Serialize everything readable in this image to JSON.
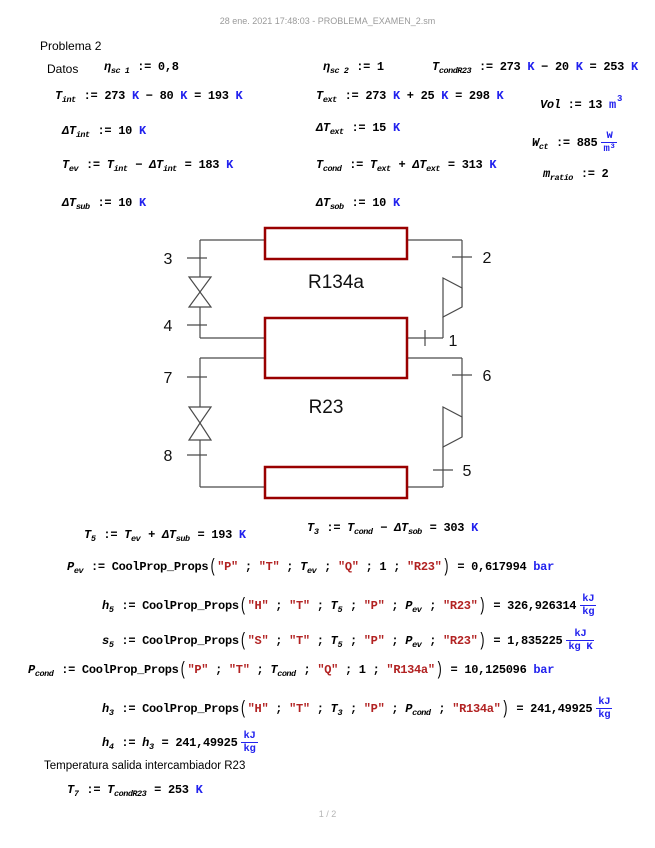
{
  "page": {
    "header": "28 ene. 2021 17:48:03 - PROBLEMA_EXAMEN_2.sm",
    "title": "Problema 2",
    "datos_label": "Datos",
    "note": "Temperatura salida intercambiador R23",
    "footer": "1 / 2"
  },
  "colors": {
    "unit_blue": "#2222ee",
    "string_red": "#b22222",
    "component_dark_red": "#990000",
    "line_gray": "#4a4a4a"
  },
  "diagram": {
    "refrigerant_top": "R134a",
    "refrigerant_bottom": "R23",
    "n1": "1",
    "n2": "2",
    "n3": "3",
    "n4": "4",
    "n5": "5",
    "n6": "6",
    "n7": "7",
    "n8": "8"
  },
  "equations": {
    "eta1": [
      [
        "v",
        "η"
      ],
      [
        "s",
        "sc 1"
      ],
      [
        "op",
        " := "
      ],
      [
        "n",
        "0,8"
      ]
    ],
    "tint": [
      [
        "v",
        "T"
      ],
      [
        "s",
        "int"
      ],
      [
        "op",
        " := "
      ],
      [
        "n",
        "273"
      ],
      [
        "u",
        " K"
      ],
      [
        "op",
        " − "
      ],
      [
        "n",
        "80"
      ],
      [
        "u",
        " K"
      ],
      [
        "op",
        " = "
      ],
      [
        "n",
        "193"
      ],
      [
        "u",
        " K"
      ]
    ],
    "dtint": [
      [
        "v",
        "ΔT"
      ],
      [
        "s",
        "int"
      ],
      [
        "op",
        " := "
      ],
      [
        "n",
        "10"
      ],
      [
        "u",
        " K"
      ]
    ],
    "tev": [
      [
        "v",
        "T"
      ],
      [
        "s",
        "ev"
      ],
      [
        "op",
        " := "
      ],
      [
        "v",
        "T"
      ],
      [
        "s",
        "int"
      ],
      [
        "op",
        " − "
      ],
      [
        "v",
        "ΔT"
      ],
      [
        "s",
        "int"
      ],
      [
        "op",
        " = "
      ],
      [
        "n",
        "183"
      ],
      [
        "u",
        " K"
      ]
    ],
    "dtsub": [
      [
        "v",
        "ΔT"
      ],
      [
        "s",
        "sub"
      ],
      [
        "op",
        " := "
      ],
      [
        "n",
        "10"
      ],
      [
        "u",
        " K"
      ]
    ],
    "eta2": [
      [
        "v",
        "η"
      ],
      [
        "s",
        "sc 2"
      ],
      [
        "op",
        " := "
      ],
      [
        "n",
        "1"
      ]
    ],
    "text": [
      [
        "v",
        "T"
      ],
      [
        "s",
        "ext"
      ],
      [
        "op",
        " := "
      ],
      [
        "n",
        "273"
      ],
      [
        "u",
        " K"
      ],
      [
        "op",
        " + "
      ],
      [
        "n",
        "25"
      ],
      [
        "u",
        " K"
      ],
      [
        "op",
        " = "
      ],
      [
        "n",
        "298"
      ],
      [
        "u",
        " K"
      ]
    ],
    "dtext": [
      [
        "v",
        "ΔT"
      ],
      [
        "s",
        "ext"
      ],
      [
        "op",
        " := "
      ],
      [
        "n",
        "15"
      ],
      [
        "u",
        " K"
      ]
    ],
    "tcond": [
      [
        "v",
        "T"
      ],
      [
        "s",
        "cond"
      ],
      [
        "op",
        " := "
      ],
      [
        "v",
        "T"
      ],
      [
        "s",
        "ext"
      ],
      [
        "op",
        " + "
      ],
      [
        "v",
        "ΔT"
      ],
      [
        "s",
        "ext"
      ],
      [
        "op",
        " = "
      ],
      [
        "n",
        "313"
      ],
      [
        "u",
        " K"
      ]
    ],
    "dtsob": [
      [
        "v",
        "ΔT"
      ],
      [
        "s",
        "sob"
      ],
      [
        "op",
        " := "
      ],
      [
        "n",
        "10"
      ],
      [
        "u",
        " K"
      ]
    ],
    "tcondr23": [
      [
        "v",
        "T"
      ],
      [
        "s",
        "condR23"
      ],
      [
        "op",
        " := "
      ],
      [
        "n",
        "273"
      ],
      [
        "u",
        " K"
      ],
      [
        "op",
        " − "
      ],
      [
        "n",
        "20"
      ],
      [
        "u",
        " K"
      ],
      [
        "op",
        " = "
      ],
      [
        "n",
        "253"
      ],
      [
        "u",
        " K"
      ]
    ],
    "vol": [
      [
        "v",
        "Vol"
      ],
      [
        "op",
        " := "
      ],
      [
        "n",
        "13"
      ],
      [
        "u",
        " m"
      ],
      [
        "sup",
        "3"
      ]
    ],
    "wct": [
      [
        "v",
        "W"
      ],
      [
        "s",
        "ct"
      ],
      [
        "op",
        " := "
      ],
      [
        "n",
        "885"
      ],
      [
        "fu",
        "W/m³"
      ]
    ],
    "mratio": [
      [
        "v",
        "m"
      ],
      [
        "s",
        "ratio"
      ],
      [
        "op",
        " := "
      ],
      [
        "n",
        "2"
      ]
    ],
    "t5": [
      [
        "v",
        "T"
      ],
      [
        "s",
        "5"
      ],
      [
        "op",
        " := "
      ],
      [
        "v",
        "T"
      ],
      [
        "s",
        "ev"
      ],
      [
        "op",
        " + "
      ],
      [
        "v",
        "ΔT"
      ],
      [
        "s",
        "sub"
      ],
      [
        "op",
        " = "
      ],
      [
        "n",
        "193"
      ],
      [
        "u",
        " K"
      ]
    ],
    "t3": [
      [
        "v",
        "T"
      ],
      [
        "s",
        "3"
      ],
      [
        "op",
        " := "
      ],
      [
        "v",
        "T"
      ],
      [
        "s",
        "cond"
      ],
      [
        "op",
        " − "
      ],
      [
        "v",
        "ΔT"
      ],
      [
        "s",
        "sob"
      ],
      [
        "op",
        " = "
      ],
      [
        "n",
        "303"
      ],
      [
        "u",
        " K"
      ]
    ],
    "pev": [
      [
        "v",
        "P"
      ],
      [
        "s",
        "ev"
      ],
      [
        "op",
        " := "
      ],
      [
        "fn",
        "CoolProp_Props"
      ],
      [
        "br",
        "("
      ],
      [
        "str",
        "\"P\""
      ],
      [
        "op",
        " ; "
      ],
      [
        "str",
        "\"T\""
      ],
      [
        "op",
        " ; "
      ],
      [
        "v",
        "T"
      ],
      [
        "s",
        "ev"
      ],
      [
        "op",
        " ; "
      ],
      [
        "str",
        "\"Q\""
      ],
      [
        "op",
        " ; "
      ],
      [
        "n",
        "1"
      ],
      [
        "op",
        " ; "
      ],
      [
        "str",
        "\"R23\""
      ],
      [
        "br",
        ")"
      ],
      [
        "op",
        " = "
      ],
      [
        "n",
        "0,617994"
      ],
      [
        "u",
        " bar"
      ]
    ],
    "h5": [
      [
        "v",
        "h"
      ],
      [
        "s",
        "5"
      ],
      [
        "op",
        " := "
      ],
      [
        "fn",
        "CoolProp_Props"
      ],
      [
        "br",
        "("
      ],
      [
        "str",
        "\"H\""
      ],
      [
        "op",
        " ; "
      ],
      [
        "str",
        "\"T\""
      ],
      [
        "op",
        " ; "
      ],
      [
        "v",
        "T"
      ],
      [
        "s",
        "5"
      ],
      [
        "op",
        " ; "
      ],
      [
        "str",
        "\"P\""
      ],
      [
        "op",
        " ; "
      ],
      [
        "v",
        "P"
      ],
      [
        "s",
        "ev"
      ],
      [
        "op",
        " ; "
      ],
      [
        "str",
        "\"R23\""
      ],
      [
        "br",
        ")"
      ],
      [
        "op",
        " = "
      ],
      [
        "n",
        "326,926314"
      ],
      [
        "fu",
        "kJ/kg"
      ]
    ],
    "s5": [
      [
        "v",
        "s"
      ],
      [
        "s",
        "5"
      ],
      [
        "op",
        " := "
      ],
      [
        "fn",
        "CoolProp_Props"
      ],
      [
        "br",
        "("
      ],
      [
        "str",
        "\"S\""
      ],
      [
        "op",
        " ; "
      ],
      [
        "str",
        "\"T\""
      ],
      [
        "op",
        " ; "
      ],
      [
        "v",
        "T"
      ],
      [
        "s",
        "5"
      ],
      [
        "op",
        " ; "
      ],
      [
        "str",
        "\"P\""
      ],
      [
        "op",
        " ; "
      ],
      [
        "v",
        "P"
      ],
      [
        "s",
        "ev"
      ],
      [
        "op",
        " ; "
      ],
      [
        "str",
        "\"R23\""
      ],
      [
        "br",
        ")"
      ],
      [
        "op",
        " = "
      ],
      [
        "n",
        "1,835225"
      ],
      [
        "fu",
        "kJ/kg K"
      ]
    ],
    "pcond": [
      [
        "v",
        "P"
      ],
      [
        "s",
        "cond"
      ],
      [
        "op",
        " := "
      ],
      [
        "fn",
        "CoolProp_Props"
      ],
      [
        "br",
        "("
      ],
      [
        "str",
        "\"P\""
      ],
      [
        "op",
        " ; "
      ],
      [
        "str",
        "\"T\""
      ],
      [
        "op",
        " ; "
      ],
      [
        "v",
        "T"
      ],
      [
        "s",
        "cond"
      ],
      [
        "op",
        " ; "
      ],
      [
        "str",
        "\"Q\""
      ],
      [
        "op",
        " ; "
      ],
      [
        "n",
        "1"
      ],
      [
        "op",
        " ; "
      ],
      [
        "str",
        "\"R134a\""
      ],
      [
        "br",
        ")"
      ],
      [
        "op",
        " = "
      ],
      [
        "n",
        "10,125096"
      ],
      [
        "u",
        " bar"
      ]
    ],
    "h3": [
      [
        "v",
        "h"
      ],
      [
        "s",
        "3"
      ],
      [
        "op",
        " := "
      ],
      [
        "fn",
        "CoolProp_Props"
      ],
      [
        "br",
        "("
      ],
      [
        "str",
        "\"H\""
      ],
      [
        "op",
        " ; "
      ],
      [
        "str",
        "\"T\""
      ],
      [
        "op",
        " ; "
      ],
      [
        "v",
        "T"
      ],
      [
        "s",
        "3"
      ],
      [
        "op",
        " ; "
      ],
      [
        "str",
        "\"P\""
      ],
      [
        "op",
        " ; "
      ],
      [
        "v",
        "P"
      ],
      [
        "s",
        "cond"
      ],
      [
        "op",
        " ; "
      ],
      [
        "str",
        "\"R134a\""
      ],
      [
        "br",
        ")"
      ],
      [
        "op",
        " = "
      ],
      [
        "n",
        "241,49925"
      ],
      [
        "fu",
        "kJ/kg"
      ]
    ],
    "h4": [
      [
        "v",
        "h"
      ],
      [
        "s",
        "4"
      ],
      [
        "op",
        " := "
      ],
      [
        "v",
        "h"
      ],
      [
        "s",
        "3"
      ],
      [
        "op",
        " = "
      ],
      [
        "n",
        "241,49925"
      ],
      [
        "fu",
        "kJ/kg"
      ]
    ],
    "t7": [
      [
        "v",
        "T"
      ],
      [
        "s",
        "7"
      ],
      [
        "op",
        " := "
      ],
      [
        "v",
        "T"
      ],
      [
        "s",
        "condR23"
      ],
      [
        "op",
        " = "
      ],
      [
        "n",
        "253"
      ],
      [
        "u",
        " K"
      ]
    ]
  }
}
